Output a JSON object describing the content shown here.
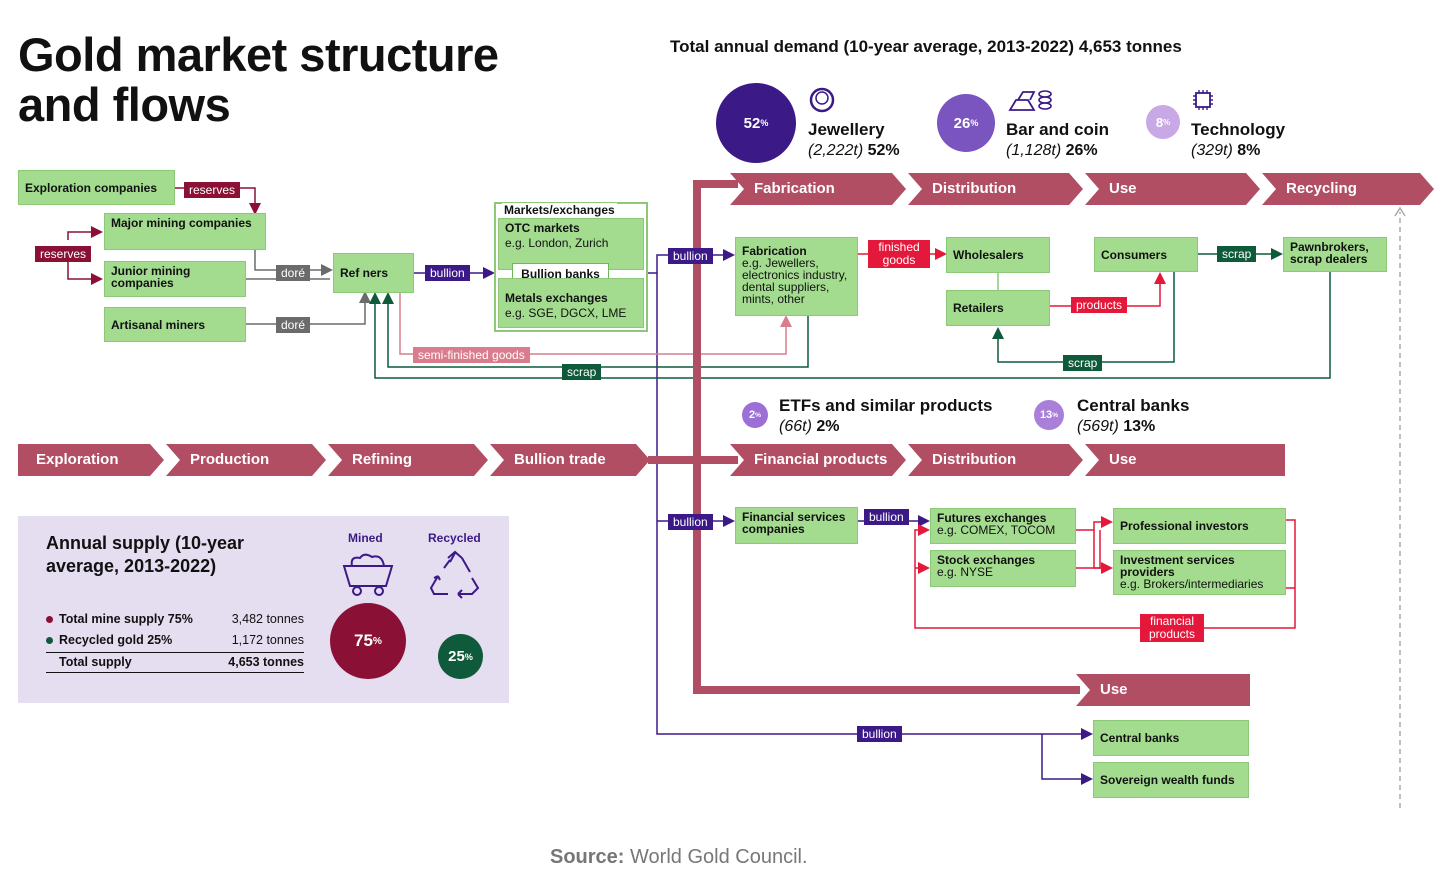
{
  "title_line1": "Gold market structure",
  "title_line2": "and flows",
  "demand_title": "Total annual demand (10-year average, 2013-2022) 4,653 tonnes",
  "demand_categories": [
    {
      "name": "Jewellery",
      "pct_label": "52",
      "pct_unit": "%",
      "tonnes": "(2,222t)",
      "pct": "52%",
      "color": "#3b1a87"
    },
    {
      "name": "Bar and coin",
      "pct_label": "26",
      "pct_unit": "%",
      "tonnes": "(1,128t)",
      "pct": "26%",
      "color": "#7a55c0"
    },
    {
      "name": "Technology",
      "pct_label": "8",
      "pct_unit": "%",
      "tonnes": "(329t)",
      "pct": "8%",
      "color": "#c9a8e6"
    },
    {
      "name": "ETFs and similar products",
      "pct_label": "2",
      "pct_unit": "%",
      "tonnes": "(66t)",
      "pct": "2%",
      "color": "#9b6fd6"
    },
    {
      "name": "Central banks",
      "pct_label": "13",
      "pct_unit": "%",
      "tonnes": "(569t)",
      "pct": "13%",
      "color": "#a97fd9"
    }
  ],
  "top_chain": [
    "Fabrication",
    "Distribution",
    "Use",
    "Recycling"
  ],
  "main_chain": [
    "Exploration",
    "Production",
    "Refining",
    "Bullion trade",
    "Financial products",
    "Distribution",
    "Use"
  ],
  "use_bar": "Use",
  "nodes": {
    "exploration": "Exploration companies",
    "major": "Major mining companies",
    "junior": "Junior mining companies",
    "artisanal": "Artisanal miners",
    "refiners": "Ref ners",
    "markets_title": "Markets/exchanges",
    "otc": "OTC markets",
    "otc_sub": "e.g. London, Zurich",
    "bullion_banks": "Bullion banks",
    "metals": "Metals exchanges",
    "metals_sub": "e.g. SGE, DGCX, LME",
    "fabrication": "Fabrication",
    "fabrication_sub": "e.g. Jewellers, electronics industry, dental suppliers, mints, other",
    "wholesalers": "Wholesalers",
    "retailers": "Retailers",
    "consumers": "Consumers",
    "pawnbrokers": "Pawnbrokers, scrap dealers",
    "fin_services": "Financial services companies",
    "futures": "Futures exchanges",
    "futures_sub": "e.g. COMEX, TOCOM",
    "stock": "Stock exchanges",
    "stock_sub": "e.g. NYSE",
    "pro_investors": "Professional investors",
    "inv_services": "Investment services providers",
    "inv_services_sub": "e.g. Brokers/intermediaries",
    "central_banks": "Central banks",
    "swf": "Sovereign wealth funds"
  },
  "labels": {
    "reserves": "reserves",
    "dore": "doré",
    "bullion": "bullion",
    "semi_finished": "semi-finished goods",
    "scrap": "scrap",
    "finished_goods": "finished goods",
    "products": "products",
    "financial_products": "financial products"
  },
  "supply": {
    "title": "Annual supply (10-year average, 2013-2022)",
    "mined_label": "Mined",
    "recycled_label": "Recycled",
    "rows": [
      {
        "label": "Total mine supply 75%",
        "value": "3,482 tonnes",
        "color": "#8b1035"
      },
      {
        "label": "Recycled gold 25%",
        "value": "1,172 tonnes",
        "color": "#0e5a3b"
      }
    ],
    "total_label": "Total supply",
    "total_value": "4,653 tonnes",
    "mined_pct": "75",
    "recycled_pct": "25",
    "pct_unit": "%"
  },
  "source_label": "Source:",
  "source_text": " World Gold Council."
}
